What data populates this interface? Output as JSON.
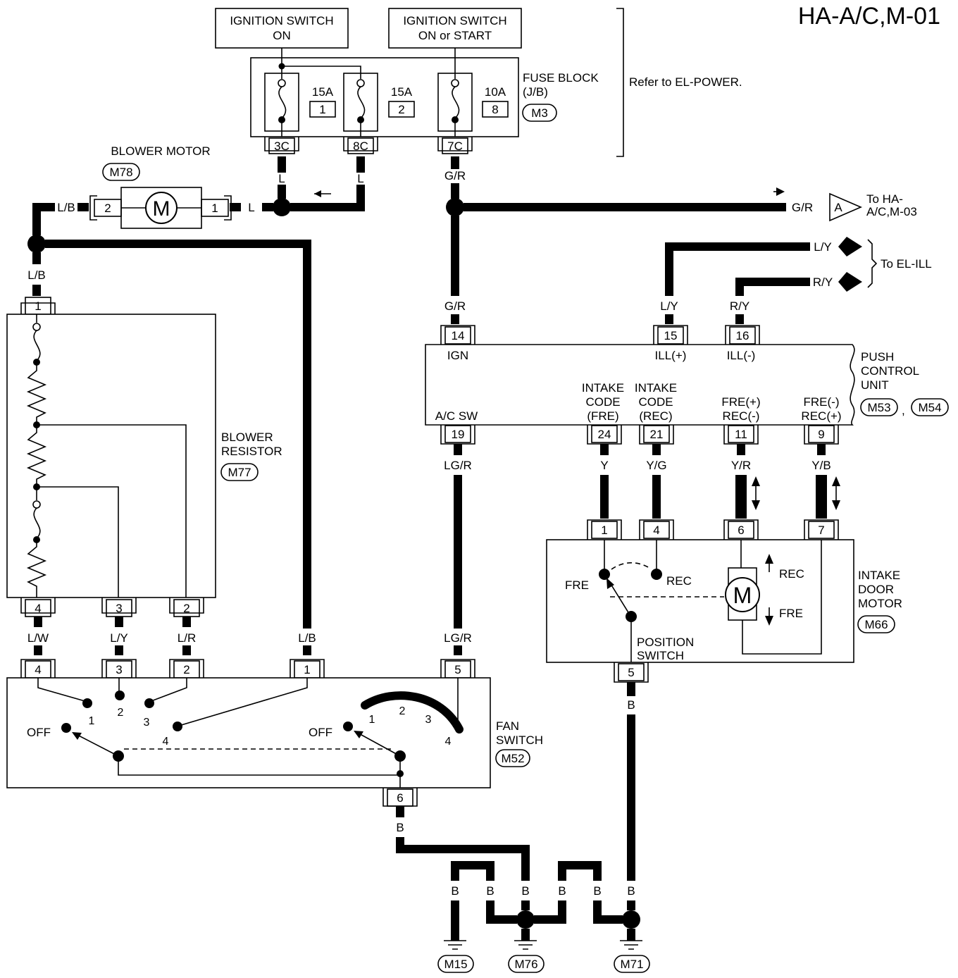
{
  "title": "HA-A/C,M-01",
  "ignition": {
    "switch_on": [
      "IGNITION SWITCH",
      "ON"
    ],
    "switch_on_start": [
      "IGNITION SWITCH",
      "ON or START"
    ]
  },
  "fuse_block": {
    "label": [
      "FUSE BLOCK",
      "(J/B)"
    ],
    "code": "M3",
    "refer": "Refer to EL-POWER.",
    "fuses": [
      {
        "amp": "15A",
        "num": "1",
        "terminal": "3C"
      },
      {
        "amp": "15A",
        "num": "2",
        "terminal": "8C"
      },
      {
        "amp": "10A",
        "num": "8",
        "terminal": "7C"
      }
    ]
  },
  "blower_motor": {
    "label": "BLOWER MOTOR",
    "code": "M78",
    "symbol": "M",
    "pins": [
      "2",
      "1"
    ]
  },
  "blower_resistor": {
    "label": [
      "BLOWER",
      "RESISTOR"
    ],
    "code": "M77",
    "pins": [
      "1",
      "4",
      "3",
      "2"
    ]
  },
  "fan_switch": {
    "label": [
      "FAN",
      "SWITCH"
    ],
    "code": "M52",
    "pins": [
      "4",
      "3",
      "2",
      "1",
      "5",
      "6"
    ],
    "positions": [
      "OFF",
      "1",
      "2",
      "3",
      "4"
    ]
  },
  "push_control_unit": {
    "label": [
      "PUSH",
      "CONTROL",
      "UNIT"
    ],
    "codes": [
      "M53",
      "M54"
    ],
    "code_sep": ",",
    "top_pins": [
      {
        "num": "14",
        "name": "IGN"
      },
      {
        "num": "15",
        "name": "ILL(+)"
      },
      {
        "num": "16",
        "name": "ILL(-)"
      }
    ],
    "bottom_pins": [
      {
        "num": "19",
        "name": [
          "A/C SW"
        ]
      },
      {
        "num": "24",
        "name": [
          "INTAKE",
          "CODE",
          "(FRE)"
        ]
      },
      {
        "num": "21",
        "name": [
          "INTAKE",
          "CODE",
          "(REC)"
        ]
      },
      {
        "num": "11",
        "name": [
          "FRE(+)",
          "REC(-)"
        ]
      },
      {
        "num": "9",
        "name": [
          "FRE(-)",
          "REC(+)"
        ]
      }
    ]
  },
  "intake_door_motor": {
    "label": [
      "INTAKE",
      "DOOR",
      "MOTOR"
    ],
    "code": "M66",
    "pins": [
      "1",
      "4",
      "6",
      "7",
      "5"
    ],
    "fre": "FRE",
    "rec": "REC",
    "symbol": "M",
    "position_switch": [
      "POSITION",
      "SWITCH"
    ],
    "arrow_rec": "REC",
    "arrow_fre": "FRE"
  },
  "wires": {
    "L": "L",
    "LB": "L/B",
    "GR": "G/R",
    "LY": "L/Y",
    "RY": "R/Y",
    "LW": "L/W",
    "LR": "L/R",
    "LGR": "LG/R",
    "Y": "Y",
    "YG": "Y/G",
    "YR": "Y/R",
    "YB": "Y/B",
    "B": "B"
  },
  "connectors": {
    "A": "A",
    "to_ha": [
      "To HA-",
      "A/C,M-03"
    ],
    "to_el_ill": "To EL-ILL"
  },
  "grounds": [
    "M15",
    "M76",
    "M71"
  ]
}
